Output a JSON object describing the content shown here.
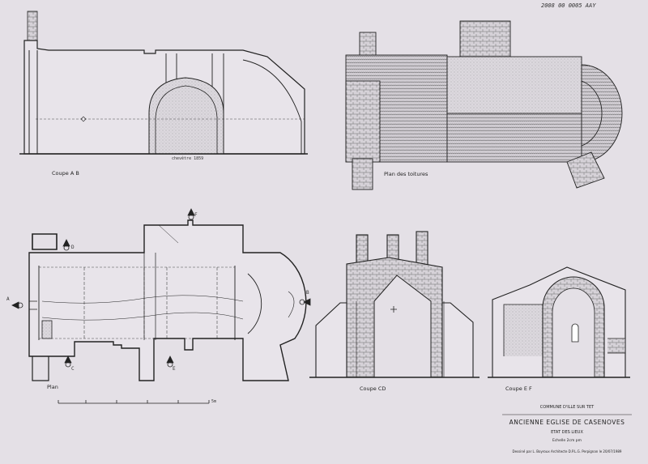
{
  "archive_ref": "2008 00 0005 AAY",
  "section_labels": {
    "coupe_ab": "Coupe A B",
    "plan_toitures": "Plan des toitures",
    "plan": "Plan",
    "coupe_cd": "Coupe CD",
    "coupe_ef": "Coupe E F"
  },
  "annotations": {
    "beam_label": "chevêtre 1859",
    "scale_end": "5m"
  },
  "section_markers": [
    "A",
    "B",
    "C",
    "D",
    "E",
    "F"
  ],
  "title_block": {
    "commune": "COMMUNE D'ILLE SUR TET",
    "title": "ANCIENNE EGLISE DE CASENOVES",
    "subtitle": "ETAT DES LIEUX",
    "scale": "Echelle 2cm pm",
    "credits": "Dessiné par L. Boyroux   Architecte D.P.L.G.   Perpignan le 20/07/1989"
  },
  "colors": {
    "paper": "#e4e0e6",
    "ink": "#222222"
  }
}
